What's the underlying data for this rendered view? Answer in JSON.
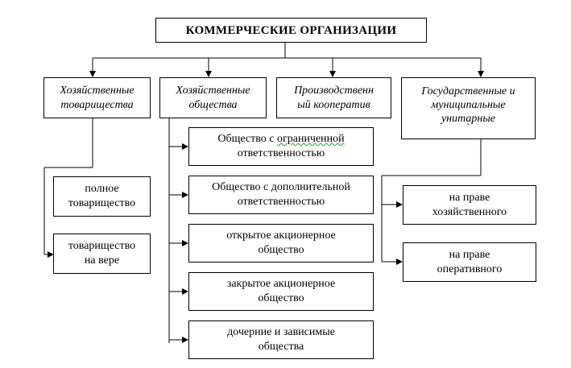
{
  "root": {
    "label": "КОММЕРЧЕСКИЕ  ОРГАНИЗАЦИИ"
  },
  "categories": [
    {
      "lines": [
        "Хозяйственные",
        "товарищества"
      ]
    },
    {
      "lines": [
        "Хозяйственные",
        "общества"
      ]
    },
    {
      "lines": [
        "Производственн",
        "ый кооператив"
      ]
    },
    {
      "lines": [
        "Государственные и",
        "муниципальные",
        "унитарные",
        "`"
      ]
    }
  ],
  "partnerships": [
    {
      "lines": [
        "полное",
        "товарищество"
      ]
    },
    {
      "lines": [
        "товарищество",
        "на вере"
      ]
    }
  ],
  "societies": [
    {
      "lines": [
        "Общество с ",
        "ограниченной",
        "ответственностью"
      ]
    },
    {
      "lines": [
        "Общество с дополнительной",
        "ответственностью"
      ]
    },
    {
      "lines": [
        "открытое акционерное",
        "общество"
      ]
    },
    {
      "lines": [
        "закрытое акционерное",
        "общество"
      ]
    },
    {
      "lines": [
        "дочерние и зависимые",
        "общества"
      ]
    }
  ],
  "unitary": [
    {
      "lines": [
        "на праве",
        "хозяйственного"
      ]
    },
    {
      "lines": [
        "на праве",
        "оперативного"
      ]
    }
  ]
}
